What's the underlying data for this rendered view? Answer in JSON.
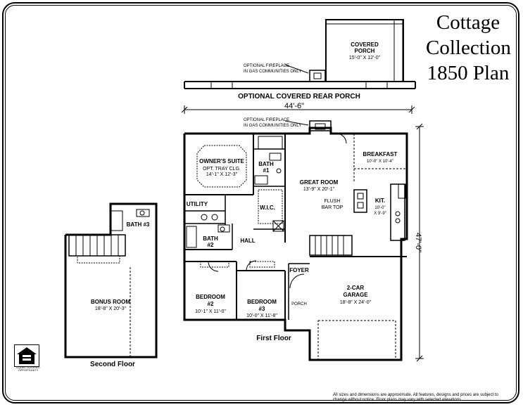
{
  "title": {
    "line1": "Cottage",
    "line2": "Collection",
    "line3": "1850 Plan"
  },
  "rear_porch": {
    "caption": "OPTIONAL COVERED REAR PORCH",
    "room_name_1": "COVERED",
    "room_name_2": "PORCH",
    "room_dims": "15'-0\" X 12'-0\"",
    "fireplace_note_1": "OPTIONAL FIREPLACE",
    "fireplace_note_2": "IN GAS COMMUNITIES ONLY"
  },
  "first_floor": {
    "caption": "First Floor",
    "width_dim": "44'-6\"",
    "depth_dim": "47'-0\"",
    "fireplace_note_1": "OPTIONAL FIREPLACE",
    "fireplace_note_2": "IN GAS COMMUNITIES ONLY",
    "rooms": {
      "owners_suite": {
        "name": "OWNER'S SUITE",
        "sub": "OPT. TRAY CLG.",
        "dims": "14'-1\" X 12'-3\""
      },
      "bath1": {
        "name": "BATH",
        "num": "#1"
      },
      "breakfast": {
        "name": "BREAKFAST",
        "dims": "10'-0\" X 10'-4\""
      },
      "great_room": {
        "name": "GREAT ROOM",
        "dims": "13'-9\" X 20'-1\""
      },
      "utility": {
        "name": "UTILITY"
      },
      "wic": {
        "name": "W.I.C."
      },
      "flush": {
        "line1": "FLUSH",
        "line2": "BAR TOP"
      },
      "kit": {
        "name": "KIT.",
        "dims1": "10'-0\"",
        "dims2": "X 9'-9\""
      },
      "bath2": {
        "name": "BATH",
        "num": "#2"
      },
      "hall": {
        "name": "HALL"
      },
      "foyer": {
        "name": "FOYER"
      },
      "bedroom2": {
        "name": "BEDROOM",
        "num": "#2",
        "dims": "10'-1\" X 11'-0\""
      },
      "bedroom3": {
        "name": "BEDROOM",
        "num": "#3",
        "dims": "10'-0\" X 11'-8\""
      },
      "porch": {
        "name": "PORCH"
      },
      "garage": {
        "name": "2-CAR",
        "name2": "GARAGE",
        "dims": "18'-8\" X 24'-0\""
      }
    }
  },
  "second_floor": {
    "caption": "Second Floor",
    "bath3": {
      "name": "BATH #3"
    },
    "bonus_room": {
      "name": "BONUS ROOM",
      "dims": "18'-8\" X 20'-3\""
    }
  },
  "eho": {
    "text": "EQUAL HOUSING OPPORTUNITY"
  },
  "disclaimer": "All sizes and dimensions are approximate. All features, designs and prices are subject to change without notice. Floor plans may vary with selected elevations."
}
